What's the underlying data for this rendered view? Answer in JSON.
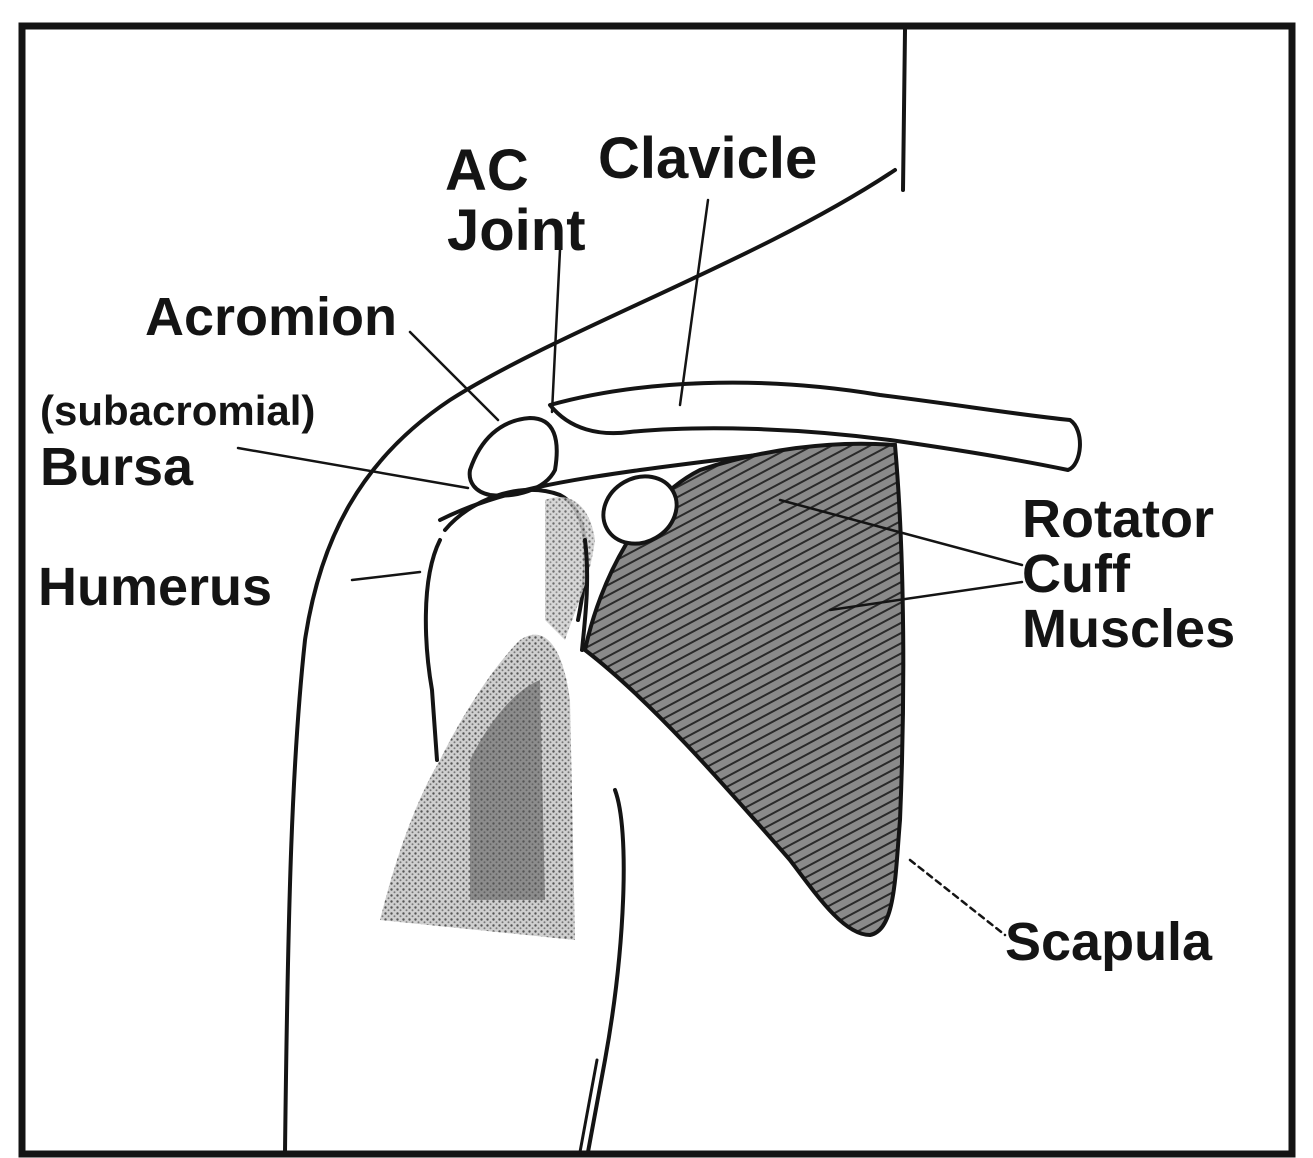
{
  "diagram": {
    "labels": {
      "ac": "AC",
      "joint": "Joint",
      "clavicle": "Clavicle",
      "acromion": "Acromion",
      "subacromial": "(subacromial)",
      "bursa": "Bursa",
      "humerus": "Humerus",
      "rotator": "Rotator",
      "cuff": "Cuff",
      "muscles": "Muscles",
      "scapula": "Scapula"
    },
    "colors": {
      "ink": "#141414",
      "shading": "#6e6e6e",
      "background": "#ffffff"
    }
  }
}
